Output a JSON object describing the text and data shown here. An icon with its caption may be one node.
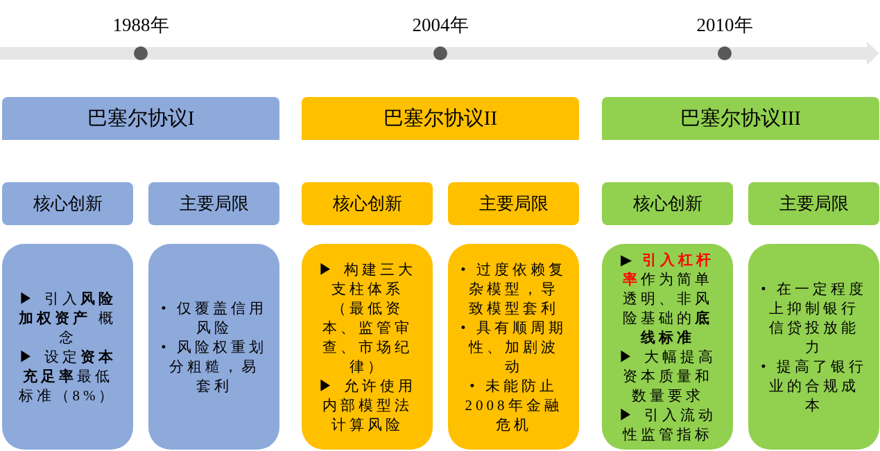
{
  "diagram": {
    "nodes": [
      {
        "text": [
          "巴塞尔协议I"
        ]
      },
      {
        "text": [
          "巴塞尔协议II"
        ]
      },
      {
        "text": [
          "巴塞尔协议III"
        ]
      },
      {
        "text": [
          "核心创新"
        ]
      },
      {
        "text": [
          "主要局限"
        ]
      },
      {
        "text": [
          "核心创新"
        ]
      },
      {
        "text": [
          "主要局限"
        ]
      },
      {
        "text": [
          "核心创新"
        ]
      },
      {
        "text": [
          "主要局限"
        ]
      },
      {
        "text": [
          "▶ 引入**风险加权资产** 概念",
          "▶ 设定**资本充足率**最低标准（8%）"
        ]
      },
      {
        "text": [
          "• 仅覆盖信用风险",
          "• 风险权重划分粗糙，易套利"
        ]
      },
      {
        "text": [
          "▶ 构建三大支柱体系（最低资本、监管审查、市场纪律）",
          "▶ 允许使用内部模型法计算风险"
        ]
      },
      {
        "text": [
          "• 过度依赖复杂模型，导致模型套利",
          "• 具有顺周期性、加剧波动",
          "• 未能防止2008年金融危机"
        ]
      },
      {
        "text": [
          "▶ **引入杠杆率**作为简单透明、非风险基础的**底线标准**",
          "▶ 大幅提高资本质量和数量要求",
          "▶ 引入流动性监管指标"
        ]
      },
      {
        "text": [
          "• 在一定程度上抑制银行信贷投放能力",
          "• 提高了银行业的合规成本"
        ]
      }
    ],
    "labels": [
      "1988年",
      "2004年",
      "2010年"
    ]
  }
}
